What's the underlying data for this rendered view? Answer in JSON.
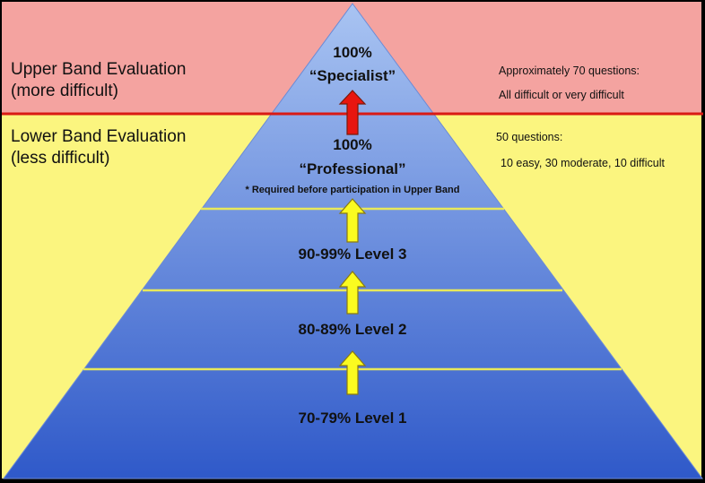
{
  "colors": {
    "upper_band": "#f4a3a0",
    "lower_band": "#fbf57f",
    "pyramid_top": "#a9c4f2",
    "pyramid_bottom": "#2f59c9",
    "divider_red": "#d91a14",
    "tier_line": "#e8e85a",
    "arrow_yellow": "#fbfb20",
    "arrow_red": "#e8160f"
  },
  "upper_band": {
    "title_line1": "Upper Band Evaluation",
    "title_line2": "(more difficult)",
    "note_line1": "Approximately 70 questions:",
    "note_line2": "All difficult or very difficult"
  },
  "lower_band": {
    "title_line1": "Lower Band Evaluation",
    "title_line2": "(less difficult)",
    "note_line1": "50 questions:",
    "note_line2": "10 easy, 30 moderate, 10 difficult"
  },
  "tiers": {
    "specialist": {
      "percent": "100%",
      "name": "“Specialist”"
    },
    "professional": {
      "percent": "100%",
      "name": "“Professional”",
      "note": "* Required before participation in Upper Band"
    },
    "level3": {
      "label": "90-99% Level 3"
    },
    "level2": {
      "label": "80-89% Level 2"
    },
    "level1": {
      "label": "70-79% Level 1"
    }
  },
  "icons": {
    "up_arrow": "up-arrow-icon"
  }
}
